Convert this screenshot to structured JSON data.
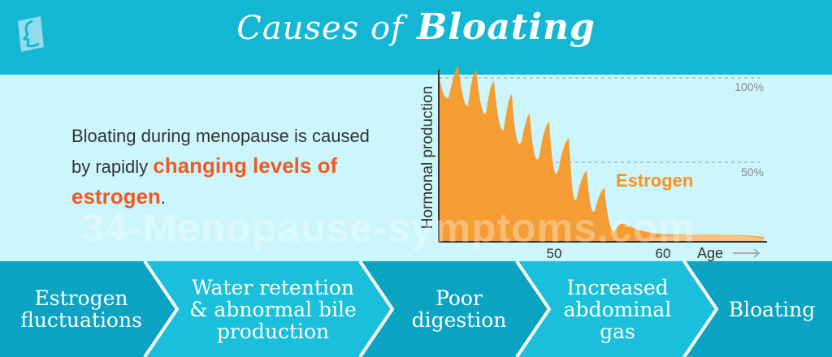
{
  "header": {
    "title_light": "Causes of",
    "title_bold": "Bloating",
    "logo_icon": "face-profile-icon"
  },
  "intro": {
    "text_before": "Bloating during menopause is caused by rapidly ",
    "highlight": "changing levels of estrogen",
    "text_after": "."
  },
  "watermark": "34-Menopause-symptoms.com",
  "chart_data": {
    "type": "area",
    "ylabel": "Hormonal production",
    "xlabel": "Age",
    "xticks": [
      "50",
      "60"
    ],
    "yticks": [
      "100%",
      "50%"
    ],
    "series": [
      {
        "name": "Estrogen"
      }
    ],
    "grid": "dashed at 100% and 50%",
    "color": "#f7931e"
  },
  "steps": [
    {
      "label": "Estrogen fluctuations"
    },
    {
      "label": "Water retention & abnormal bile production"
    },
    {
      "label": "Poor digestion"
    },
    {
      "label": "Increased abdominal gas"
    },
    {
      "label": "Bloating"
    }
  ],
  "colors": {
    "header": "#13b7d3",
    "panel": "#ccf6fc",
    "accent": "#f15a22",
    "step_a": "#0aa3c2",
    "step_b": "#19bfdb"
  }
}
